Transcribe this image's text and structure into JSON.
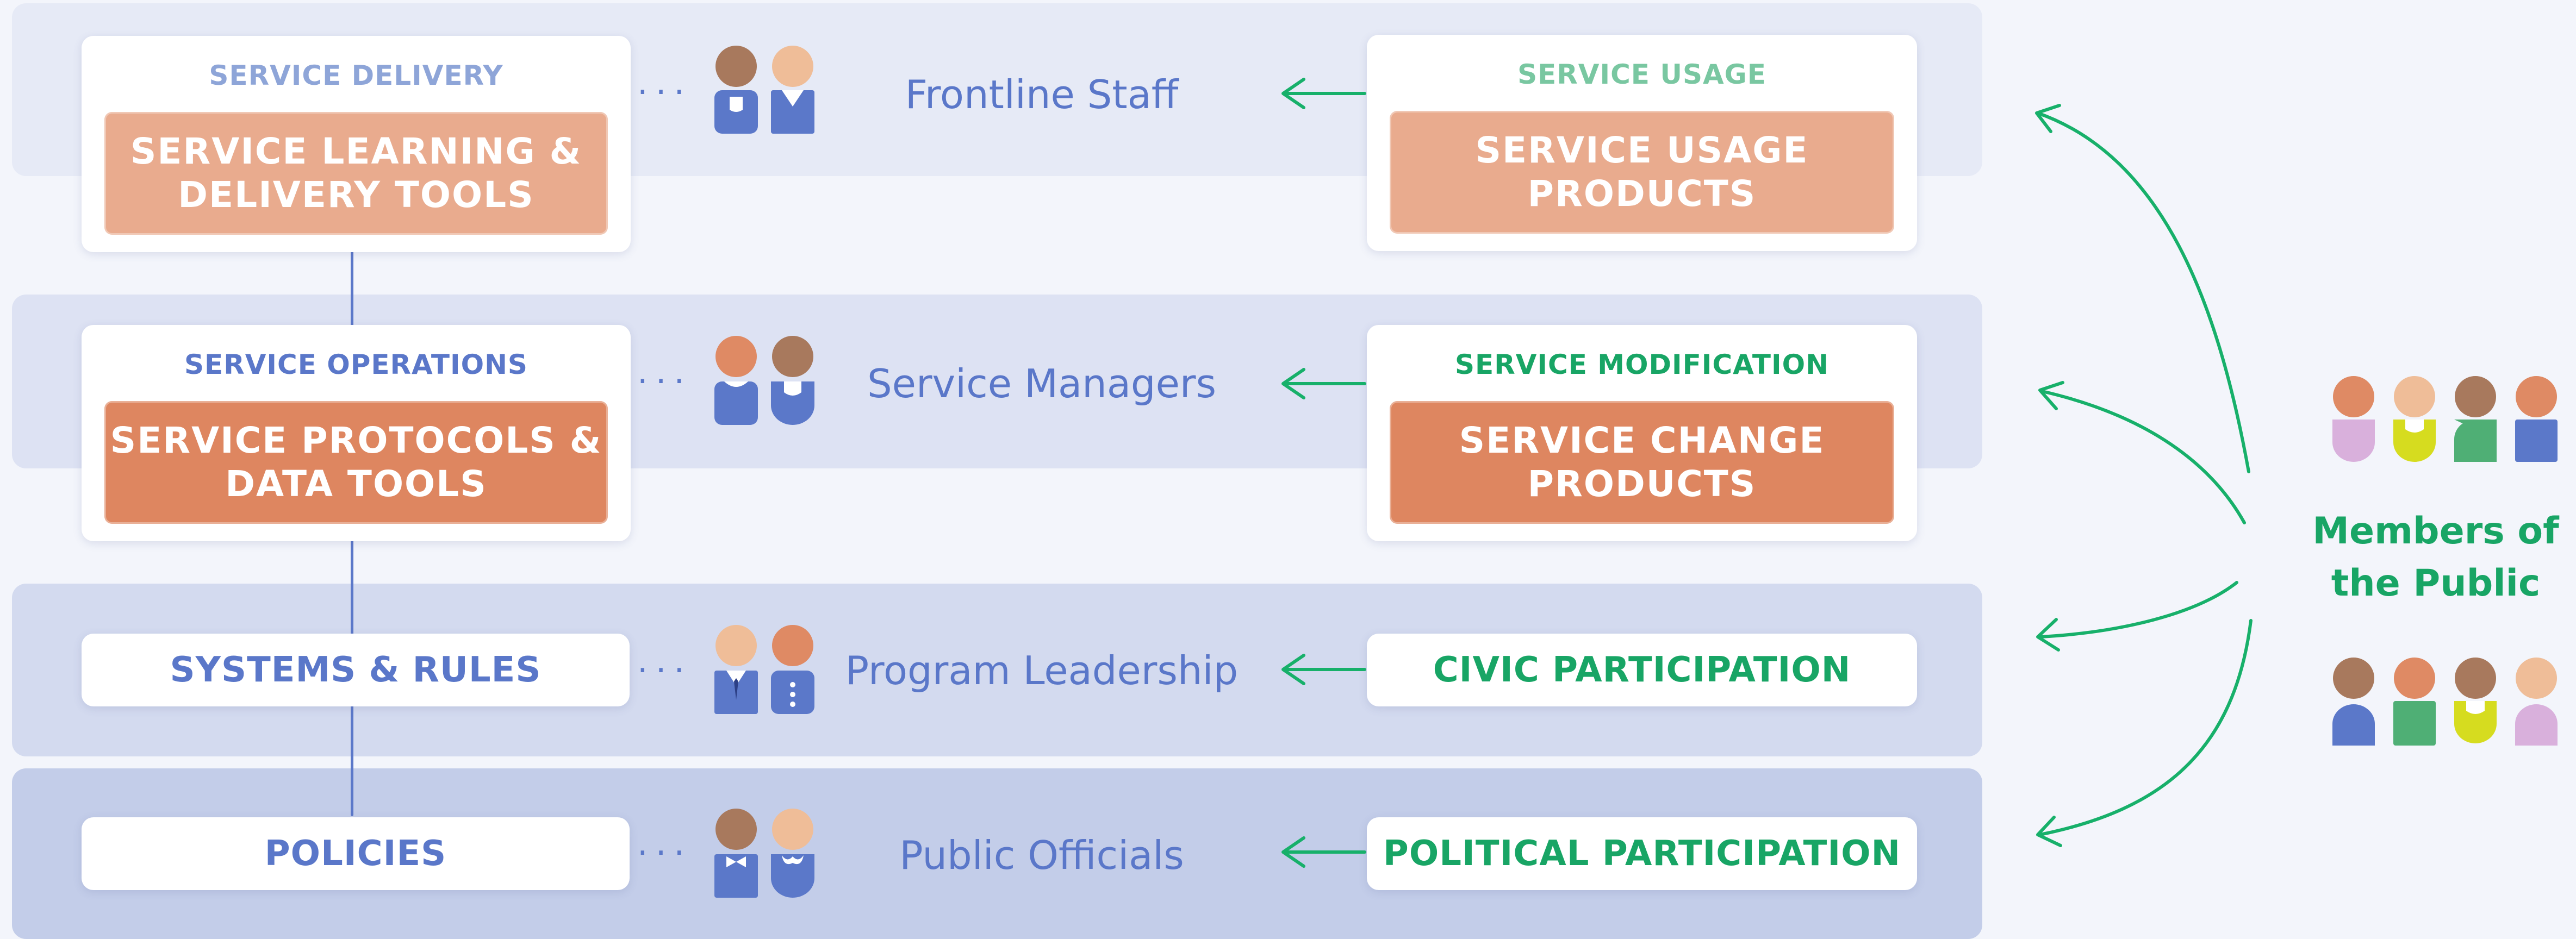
{
  "colors": {
    "blue_text": "#5a77c9",
    "light_blue_text": "#8ea5d8",
    "green_text": "#18a565",
    "light_green_text": "#79c7a1",
    "orange_light": "#e9ab8e",
    "orange_dark": "#de8660",
    "arrow_green": "#17b06a"
  },
  "rows": [
    {
      "left_header": "SERVICE DELIVERY",
      "left_title_lines": [
        "SERVICE LEARNING &",
        "DELIVERY TOOLS"
      ],
      "role": "Frontline Staff",
      "right_header": "SERVICE USAGE",
      "right_title_lines": [
        "SERVICE USAGE",
        "PRODUCTS"
      ]
    },
    {
      "left_header": "SERVICE OPERATIONS",
      "left_title_lines": [
        "SERVICE PROTOCOLS &",
        "DATA TOOLS"
      ],
      "role": "Service Managers",
      "right_header": "SERVICE MODIFICATION",
      "right_title_lines": [
        "SERVICE CHANGE",
        "PRODUCTS"
      ]
    },
    {
      "left_title": "SYSTEMS & RULES",
      "role": "Program Leadership",
      "right_title": "CIVIC PARTICIPATION"
    },
    {
      "left_title": "POLICIES",
      "role": "Public Officials",
      "right_title": "POLITICAL PARTICIPATION"
    }
  ],
  "public": {
    "label_lines": [
      "Members of",
      "the Public"
    ]
  },
  "icons": {
    "connector": "dots-icon",
    "arrow": "arrow-left-icon",
    "staff": "staff-pair-icon",
    "public": "public-group-icon"
  }
}
